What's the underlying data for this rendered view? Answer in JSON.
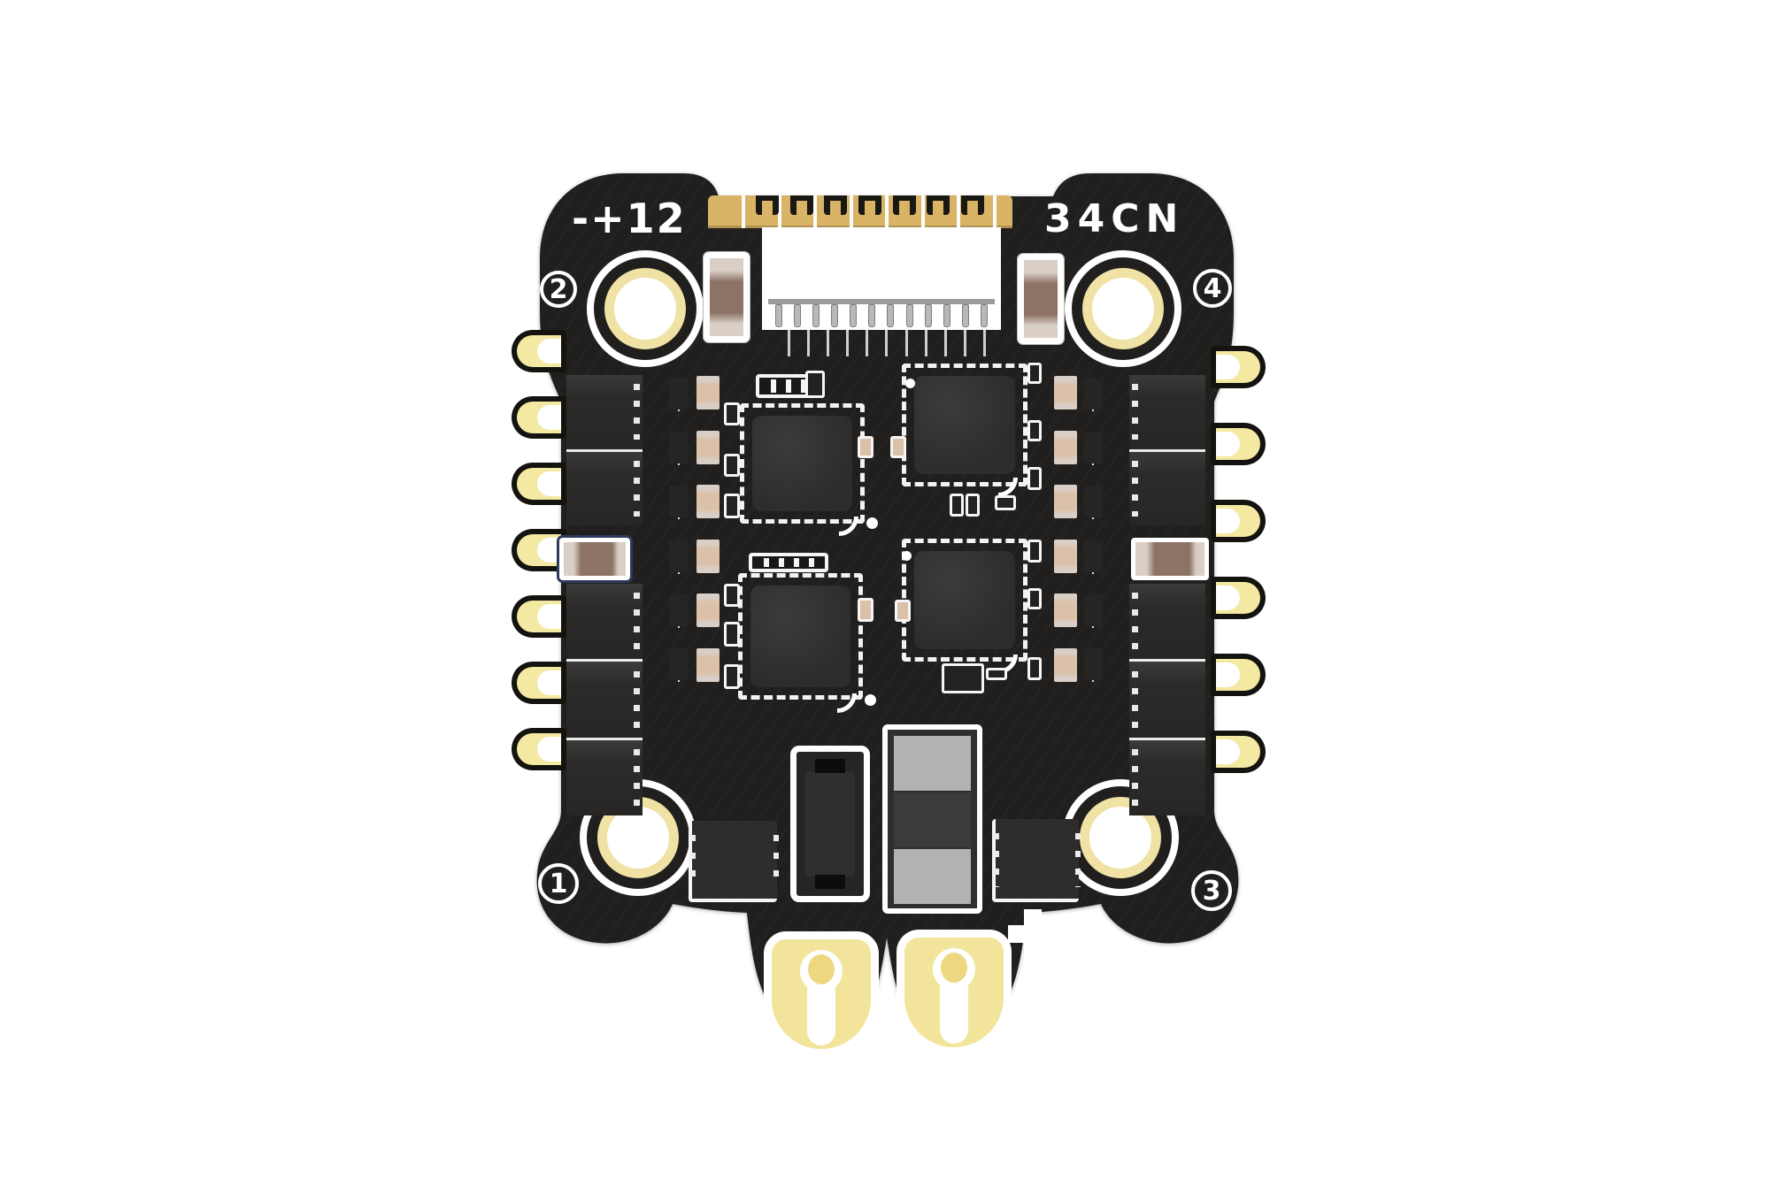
{
  "pcb": {
    "silkscreen": {
      "top_left_label": "-+12",
      "top_right_label": "34CN",
      "battery_minus_label": "-",
      "battery_plus_label": "+"
    },
    "mounting_holes": [
      {
        "number": "2",
        "position": "top-left"
      },
      {
        "number": "4",
        "position": "top-right"
      },
      {
        "number": "1",
        "position": "bottom-left"
      },
      {
        "number": "3",
        "position": "bottom-right"
      }
    ],
    "edge_pads": {
      "left_count": 7,
      "right_count": 6
    },
    "top_edge": {
      "gold_pad_groups": 7,
      "gold_separators": 8
    },
    "connector": {
      "pins": 12,
      "legs": 11
    },
    "chip_columns": {
      "upper_chips": 2,
      "lower_chips": 3
    },
    "inner_columns": {
      "resistors_per_side": 6,
      "stubs_per_side": 6
    },
    "colors": {
      "background": "#ffffff",
      "board": "#211f1e",
      "chip_dark": "#2e2d2c",
      "gold_strip": "#d9b366",
      "edge_pad_cream": "#f3e9a3",
      "battery_pad_cream": "#f2e59b",
      "battery_hole_yellow": "#eed87f",
      "hole_ring_cream": "#efe2a4",
      "capacitor_brown": "#8d7365",
      "capacitor_end": "#d9cfc6",
      "resistor_tan": "#dcc1aa",
      "navy_outline": "#2e3a5c",
      "shunt_light": "#b2b2b2",
      "shunt_dark": "#3b3b3b",
      "silkscreen": "#ffffff"
    }
  }
}
